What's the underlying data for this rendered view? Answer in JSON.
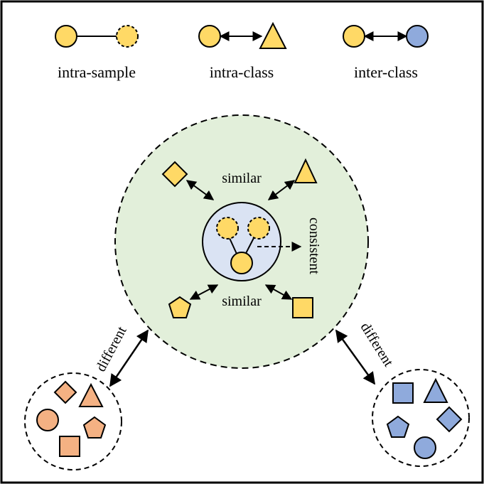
{
  "legend": {
    "intra_sample": "intra-sample",
    "intra_class": "intra-class",
    "inter_class": "inter-class"
  },
  "center": {
    "similar_top": "similar",
    "similar_bottom": "similar",
    "consistent": "consistent"
  },
  "sides": {
    "left_label": "different",
    "right_label": "different"
  },
  "colors": {
    "yellow": "#FFD966",
    "orange": "#F4B183",
    "blue": "#8FAADC",
    "green_bg": "#E2EFDA",
    "inner_blue": "#DAE3F3"
  }
}
